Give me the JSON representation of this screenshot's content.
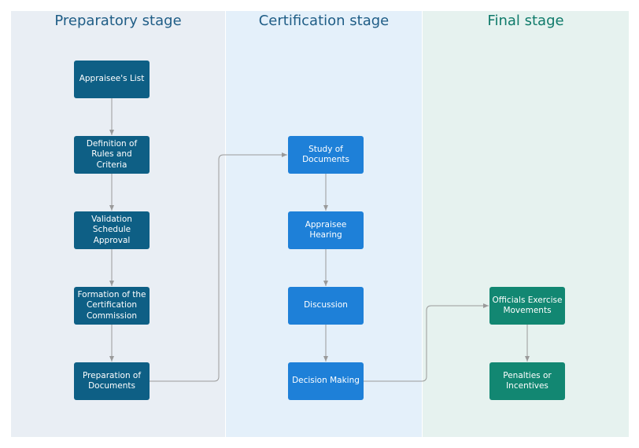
{
  "lanes": {
    "preparatory": "Preparatory stage",
    "certification": "Certification stage",
    "final": "Final stage"
  },
  "nodes": {
    "appraisees_list": "Appraisee's List",
    "definition_rules": "Definition of Rules and Criteria",
    "validation_schedule": "Validation Schedule Approval",
    "formation_commission": "Formation of the Certification Commission",
    "preparation_documents": "Preparation of Documents",
    "study_documents": "Study of Documents",
    "appraisee_hearing": "Appraisee Hearing",
    "discussion": "Discussion",
    "decision_making": "Decision Making",
    "officials_exercise": "Officials Exercise Movements",
    "penalties_incentives": "Penalties or Incentives"
  },
  "colors": {
    "preparatory_node": "#0e5f85",
    "certification_node": "#1e80d8",
    "final_node": "#128772",
    "connector": "#9a9a9a"
  }
}
